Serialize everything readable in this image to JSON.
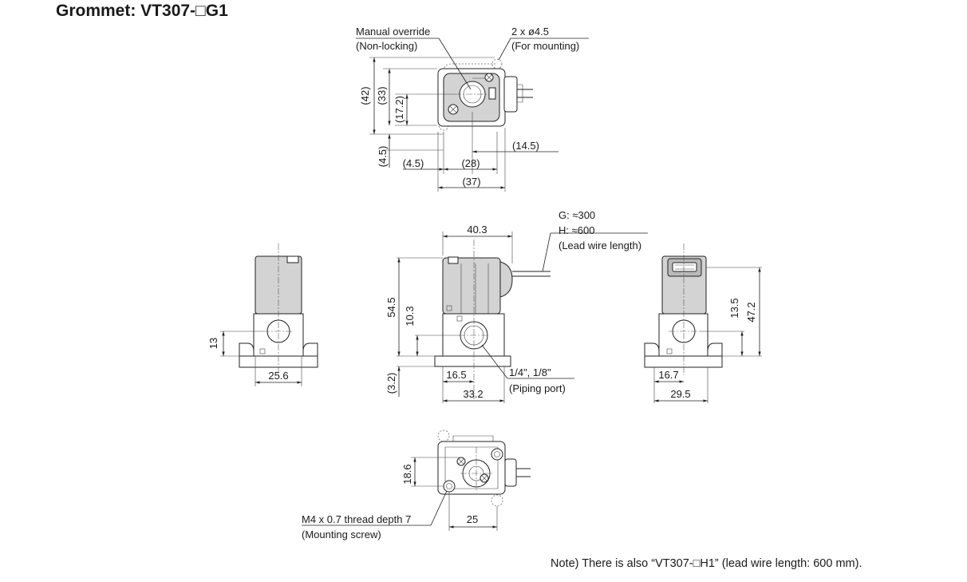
{
  "title": "Grommet: VT307-□G1",
  "note": "Note) There is also “VT307-□H1” (lead wire length: 600 mm).",
  "top_view": {
    "manual_override_line1": "Manual override",
    "manual_override_line2": "(Non-locking)",
    "mounting_holes_line1": "2 x ø4.5",
    "mounting_holes_line2": "(For mounting)",
    "dim_42": "(42)",
    "dim_33": "(33)",
    "dim_17_2": "(17.2)",
    "dim_4_5_v": "(4.5)",
    "dim_4_5_h": "(4.5)",
    "dim_28": "(28)",
    "dim_37": "(37)",
    "dim_14_5": "(14.5)"
  },
  "front_view": {
    "lead_g": "G: ≈300",
    "lead_h": "H: ≈600",
    "lead_label": "(Lead wire length)",
    "dim_40_3": "40.3",
    "dim_54_5": "54.5",
    "dim_10_3": "10.3",
    "dim_3_2": "(3.2)",
    "dim_16_5": "16.5",
    "dim_33_2": "33.2",
    "port_line1": "1/4\", 1/8\"",
    "port_line2": "(Piping port)"
  },
  "left_view": {
    "dim_13": "13",
    "dim_25_6": "25.6"
  },
  "right_view": {
    "dim_13_5": "13.5",
    "dim_47_2": "47.2",
    "dim_16_7": "16.7",
    "dim_29_5": "29.5"
  },
  "bottom_view": {
    "dim_18_6": "18.6",
    "dim_25": "25",
    "screw_line1": "M4 x 0.7 thread depth 7",
    "screw_line2": "(Mounting screw)"
  }
}
